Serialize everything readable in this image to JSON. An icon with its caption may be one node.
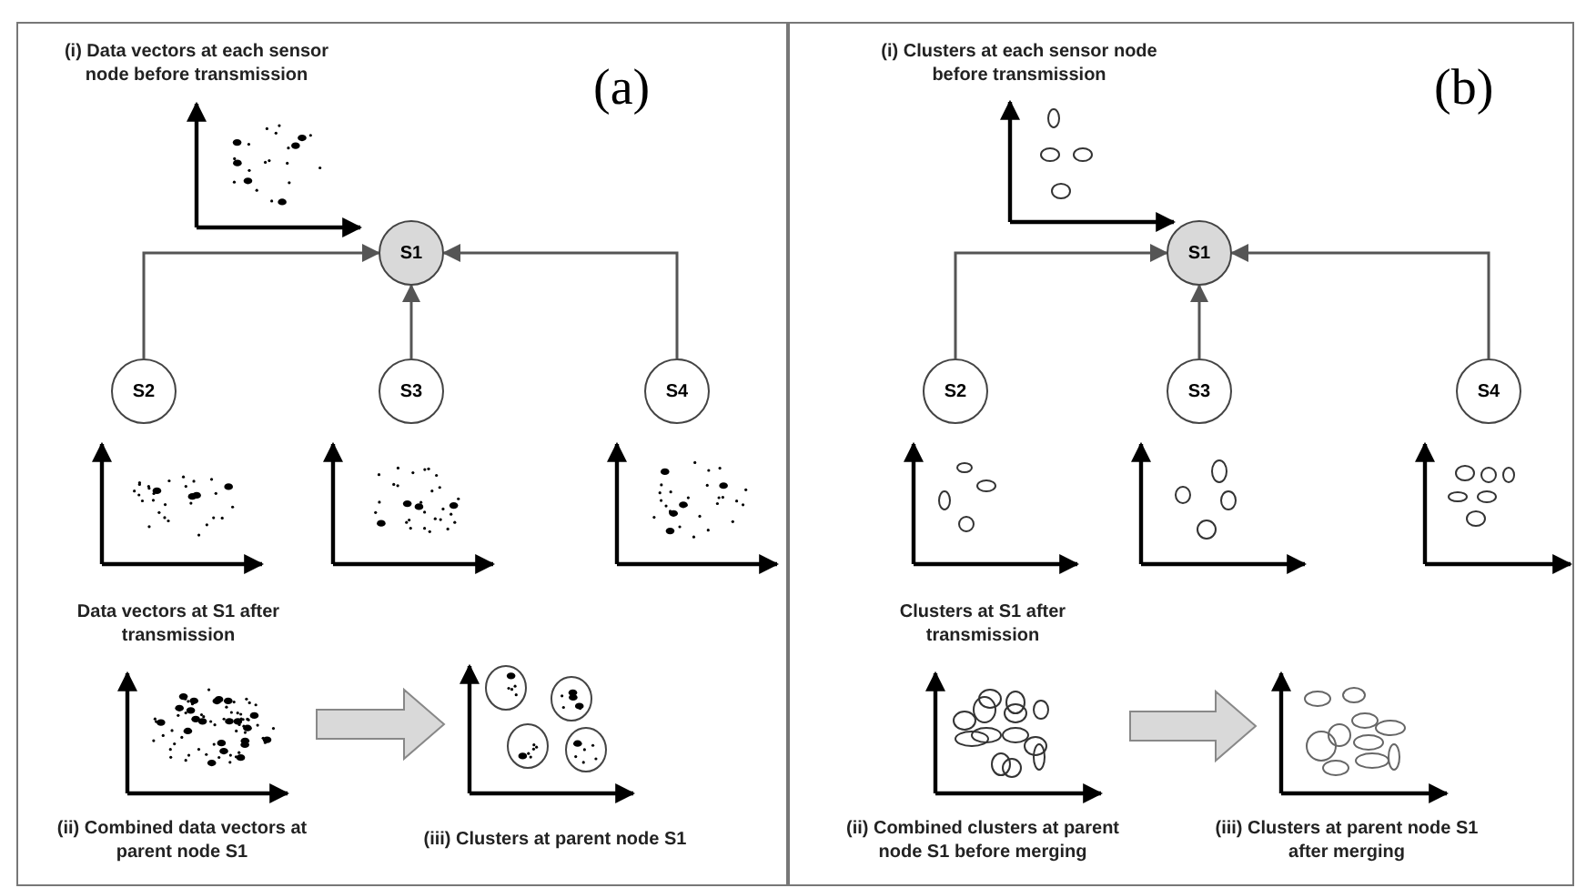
{
  "diagram": {
    "nodes": [
      {
        "text": [
          "(a)"
        ]
      },
      {
        "text": [
          "S1"
        ],
        "in": 0
      },
      {
        "text": [
          "S2"
        ],
        "in": 0
      },
      {
        "text": [
          "S3"
        ],
        "in": 0
      },
      {
        "text": [
          "S4"
        ],
        "in": 0
      },
      {
        "text": [],
        "shape": "picture",
        "in": 0
      },
      {
        "text": [],
        "shape": "picture",
        "in": 0
      },
      {
        "text": [
          "(b)"
        ]
      },
      {
        "text": [
          "S1"
        ],
        "in": 7
      },
      {
        "text": [
          "S2"
        ],
        "in": 7
      },
      {
        "text": [
          "S3"
        ],
        "in": 7
      },
      {
        "text": [
          "S4"
        ],
        "in": 7
      },
      {
        "text": [],
        "shape": "picture",
        "in": 7
      },
      {
        "text": [],
        "shape": "picture",
        "in": 7
      }
    ],
    "edges": [
      {
        "from": 2,
        "to": 1,
        "arrow": "to"
      },
      {
        "from": 3,
        "to": 1,
        "arrow": "to"
      },
      {
        "from": 4,
        "to": 1,
        "arrow": "to"
      },
      {
        "from": 5,
        "to": 6,
        "arrow": "to",
        "style": "thick"
      },
      {
        "from": 9,
        "to": 8,
        "arrow": "to"
      },
      {
        "from": 10,
        "to": 8,
        "arrow": "to"
      },
      {
        "from": 11,
        "to": 8,
        "arrow": "to"
      },
      {
        "from": 12,
        "to": 13,
        "arrow": "to",
        "style": "thick"
      }
    ],
    "labels": [
      "(i) Data vectors at each sensor node before transmission",
      "Data vectors at S1 after transmission",
      "(ii) Combined data vectors at parent node S1",
      "(iii) Clusters at parent node S1",
      "(i) Clusters at each sensor node before transmission",
      "Clusters at S1 after transmission",
      "(ii) Combined clusters at parent node S1 before merging",
      "(iii) Clusters at parent node S1 after merging"
    ]
  }
}
